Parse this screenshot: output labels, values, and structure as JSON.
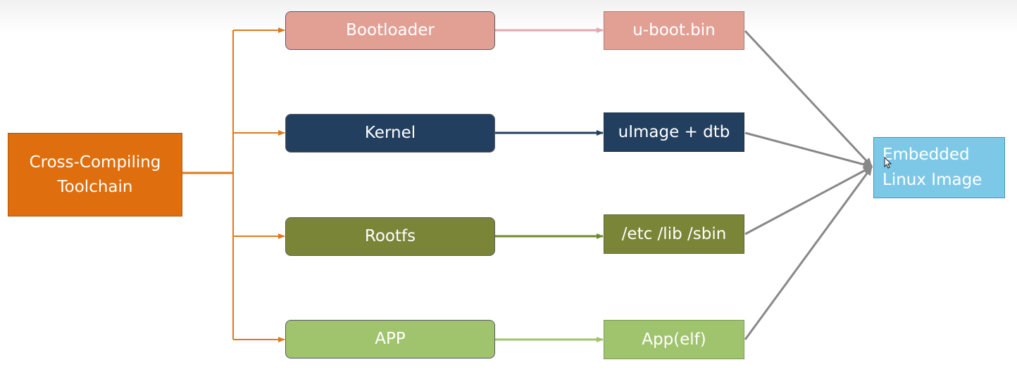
{
  "source": {
    "label_line1": "Cross-Compiling",
    "label_line2": "Toolchain"
  },
  "stages": [
    {
      "label": "Bootloader",
      "color": "#e2a095",
      "output": "u-boot.bin"
    },
    {
      "label": "Kernel",
      "color": "#233f5f",
      "output": "uImage + dtb"
    },
    {
      "label": "Rootfs",
      "color": "#7b8538",
      "output": "/etc /lib /sbin"
    },
    {
      "label": "APP",
      "color": "#a0c36d",
      "output": "App(elf)"
    }
  ],
  "target": {
    "label_line1": "Embedded",
    "label_line2": "Linux Image",
    "color": "#7ec8e7"
  },
  "colors": {
    "toolchain": "#de6e0e",
    "bootloader_arrow": "#e3a8b0",
    "kernel_arrow": "#233f5f",
    "rootfs_arrow": "#6f8a2e",
    "app_arrow": "#a0c36d",
    "merge_arrow": "#888888"
  }
}
